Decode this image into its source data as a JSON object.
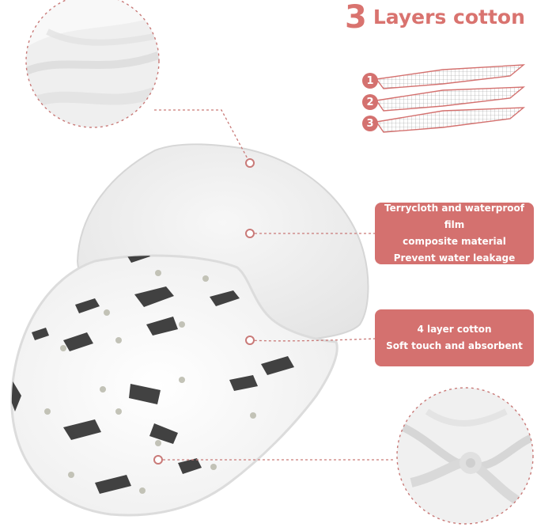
{
  "heading": {
    "number": "3",
    "text": "Layers cotton"
  },
  "layers": [
    "1",
    "2",
    "3"
  ],
  "callouts": {
    "terry": {
      "line1": "Terrycloth and waterproof film",
      "line2": "composite material",
      "line3": "Prevent water leakage"
    },
    "cotton": {
      "line1": "4 layer cotton",
      "line2": "Soft touch and absorbent"
    }
  },
  "colors": {
    "accent": "#d4716f",
    "dashes": "#c97a78",
    "background": "#ffffff"
  }
}
